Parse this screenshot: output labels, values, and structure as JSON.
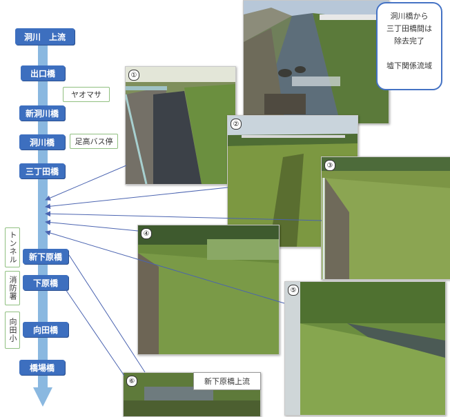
{
  "flow": {
    "top_label": "洞川　上流",
    "bridges": [
      "出口橋",
      "新洞川橋",
      "洞川橋",
      "三丁田橋",
      "新下原橋",
      "下原橋",
      "向田橋",
      "橋場橋"
    ]
  },
  "landmarks": {
    "yaomasa": "ヤオマサ",
    "bus_stop": "足高バス停",
    "tunnel": "トンネル",
    "fire_station": "消防署",
    "school": "向田小"
  },
  "callout": {
    "line1": "洞川橋から",
    "line2": "三丁田橋間は",
    "line3": "除去完了",
    "line4": "墟下関係流域"
  },
  "photos": [
    {
      "number": "①"
    },
    {
      "number": "②"
    },
    {
      "number": "③"
    },
    {
      "number": "④"
    },
    {
      "number": "⑤"
    },
    {
      "number": "⑥"
    }
  ],
  "caption_6": "新下原橋上流",
  "colors": {
    "bridge_box": "#3d6fbf",
    "river": "#8ab8e0",
    "callout_border": "#4472c4",
    "tag_border": "#8fbf7f"
  }
}
